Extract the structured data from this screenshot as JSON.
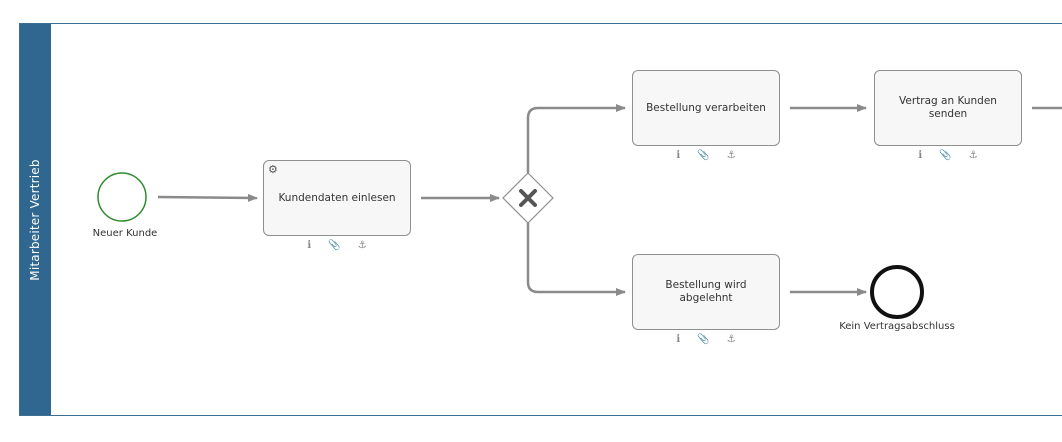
{
  "lane": {
    "label": "Mitarbeiter Vertrieb"
  },
  "events": {
    "start": {
      "label": "Neuer Kunde"
    },
    "end": {
      "label": "Kein Vertragsabschluss"
    }
  },
  "tasks": {
    "kundendaten": {
      "label": "Kundendaten einlesen"
    },
    "bestellung_verarbeiten": {
      "label": "Bestellung verarbeiten"
    },
    "vertrag_senden": {
      "label": "Vertrag an Kunden senden"
    },
    "bestellung_abgelehnt": {
      "label": "Bestellung wird abgelehnt"
    }
  },
  "gateway": {
    "type": "exclusive"
  },
  "colors": {
    "lane_header": "#2f6791",
    "start_event": "#2e8b2e",
    "end_event": "#111111",
    "flow": "#8a8a8a"
  }
}
